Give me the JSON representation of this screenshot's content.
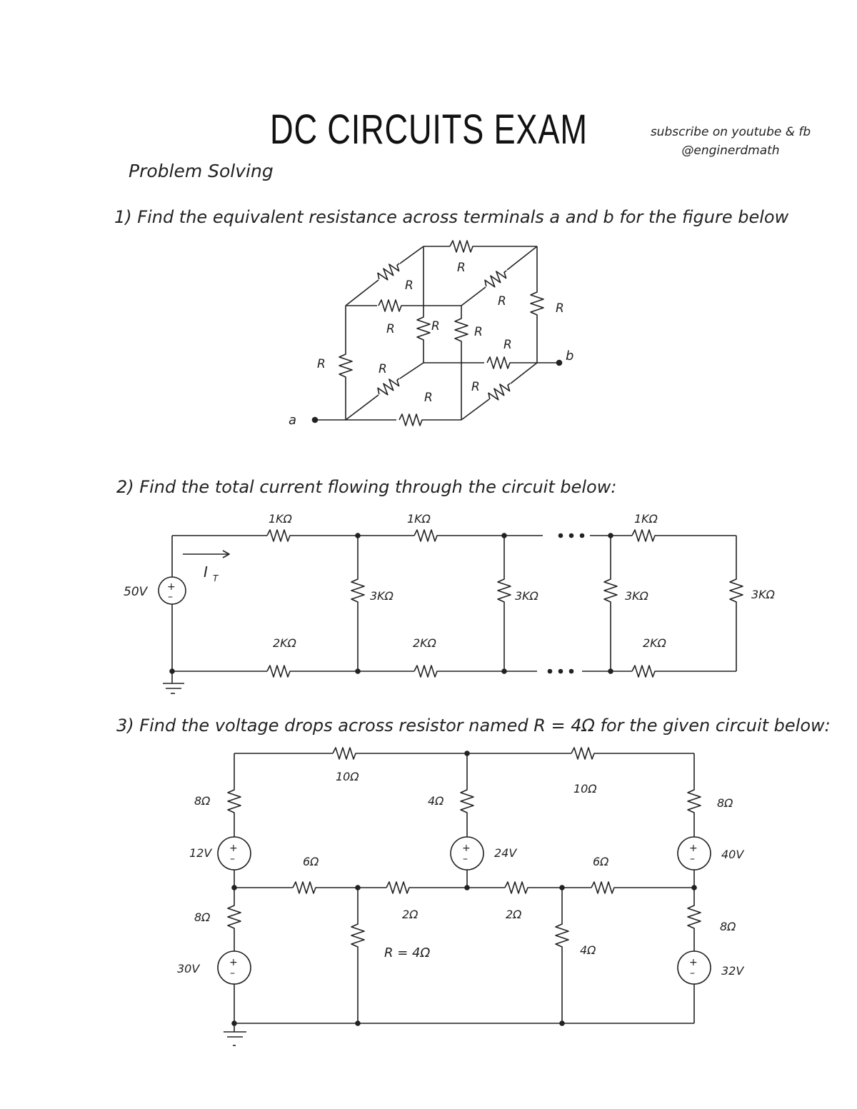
{
  "header": {
    "title": "DC CIRCUITS EXAM",
    "promo_line1": "subscribe on youtube & fb",
    "promo_line2": "@enginerdmath"
  },
  "section_title": "Problem Solving",
  "questions": [
    {
      "number": "1)",
      "text": "1) Find the equivalent resistance across terminals a and b for the figure below",
      "figure": {
        "type": "resistor-cube",
        "resistor_label": "R",
        "resistor_count": 12,
        "terminal_a": "a",
        "terminal_b": "b"
      }
    },
    {
      "number": "2)",
      "text": "2) Find the total current flowing through the circuit below:",
      "figure": {
        "type": "ladder-network",
        "source": "50V",
        "current_label": "IT",
        "top_resistors": [
          "1KΩ",
          "1KΩ",
          "1KΩ"
        ],
        "shunt_resistors": [
          "3KΩ",
          "3KΩ",
          "3KΩ",
          "3KΩ"
        ],
        "bottom_resistors": [
          "2KΩ",
          "2KΩ",
          "2KΩ"
        ],
        "continuation": "..."
      }
    },
    {
      "number": "3)",
      "text": "3) Find the voltage drops across resistor named R = 4Ω for the given circuit below:",
      "figure": {
        "type": "multi-source-network",
        "top_resistors": [
          "10Ω",
          "10Ω"
        ],
        "left_branch": {
          "upper_resistor": "8Ω",
          "upper_source": "12V",
          "lower_resistor": "8Ω",
          "lower_source": "30V"
        },
        "middle_branch": {
          "resistor": "4Ω",
          "source": "24V"
        },
        "right_branch": {
          "upper_resistor": "8Ω",
          "upper_source": "40V",
          "lower_resistor": "8Ω",
          "lower_source": "32V"
        },
        "middle_row_resistors": [
          "6Ω",
          "2Ω",
          "2Ω",
          "6Ω"
        ],
        "shunt_target": "R = 4Ω",
        "shunt_other": "4Ω"
      }
    }
  ]
}
